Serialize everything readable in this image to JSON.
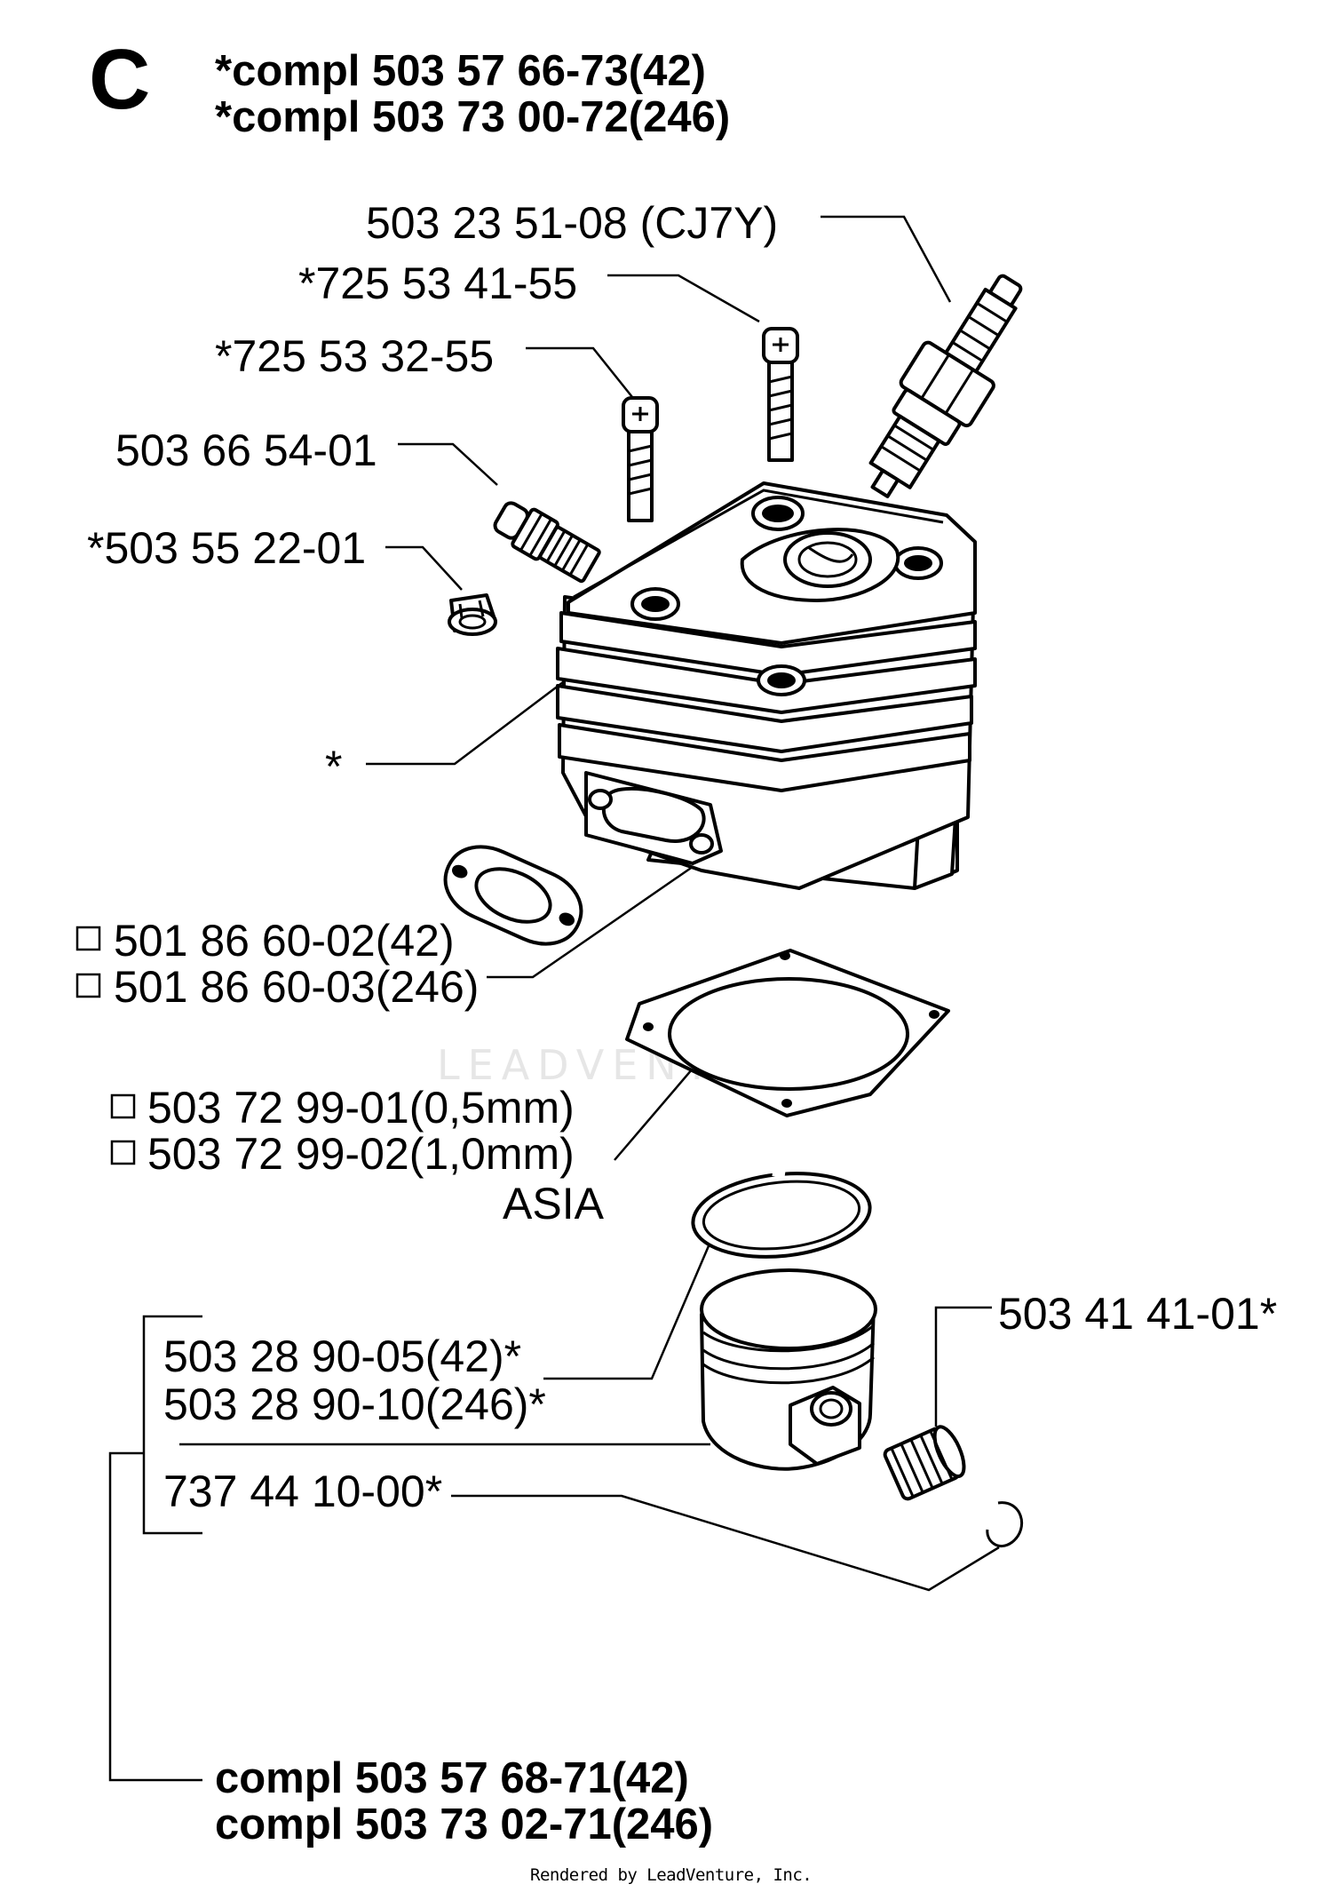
{
  "section_letter": "C",
  "header": {
    "line1": "*compl 503 57 66-73(42)",
    "line2": "*compl 503 73 00-72(246)"
  },
  "callouts": {
    "spark_plug": "503 23 51-08 (CJ7Y)",
    "screw_1": "*725 53 41-55",
    "screw_2": "*725 53 32-55",
    "valve": "503 66 54-01",
    "plug": "*503 55 22-01",
    "cylinder": "*",
    "exhaust_gasket_42": "501 86 60-02(42)",
    "exhaust_gasket_246": "501 86 60-03(246)",
    "base_gasket_05": "503 72 99-01(0,5mm)",
    "base_gasket_10": "503 72 99-02(1,0mm)",
    "base_gasket_region": "ASIA",
    "bearing": "503 41 41-01*",
    "piston_42": "503 28 90-05(42)*",
    "piston_246": "503 28 90-10(246)*",
    "circlip": "737 44 10-00*"
  },
  "footer_assembly": {
    "line1": "compl 503 57 68-71(42)",
    "line2": "compl 503 73 02-71(246)"
  },
  "watermark": "LEADVENTURE",
  "credit": "Rendered by LeadVenture, Inc."
}
